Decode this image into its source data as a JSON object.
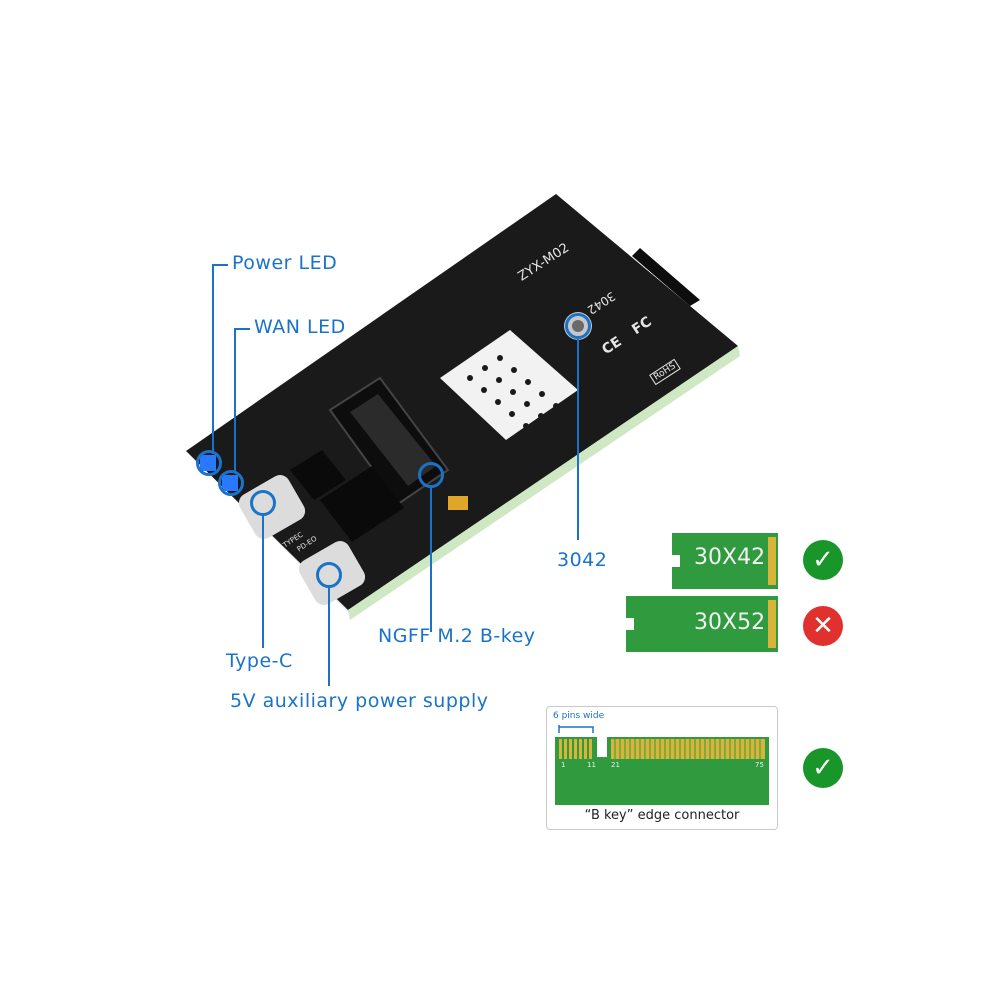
{
  "labels": {
    "power_led": "Power LED",
    "wan_led": "WAN LED",
    "type_c": "Type-C",
    "aux_power": "5V auxiliary power supply",
    "ngff": "NGFF M.2 B-key",
    "size_3042": "3042"
  },
  "board_silkscreen": {
    "model": "ZYX-M02",
    "size_mark": "3042",
    "typec": "TYPEC",
    "pd": "PD-EO",
    "rohs": "RoHS"
  },
  "compatibility": [
    {
      "size": "30X42",
      "status": "check",
      "color": "#18962a"
    },
    {
      "size": "30X52",
      "status": "cross",
      "color": "#e0312f"
    }
  ],
  "bkey": {
    "pins_label": "6 pins wide",
    "caption": "“B key” edge connector",
    "pin_numbers": [
      "1",
      "11",
      "21",
      "75"
    ],
    "status": "check"
  },
  "colors": {
    "accent": "#1a73c8",
    "pcb": "#161616",
    "module_green": "#2f9a3e",
    "gold": "#d8b53a"
  }
}
